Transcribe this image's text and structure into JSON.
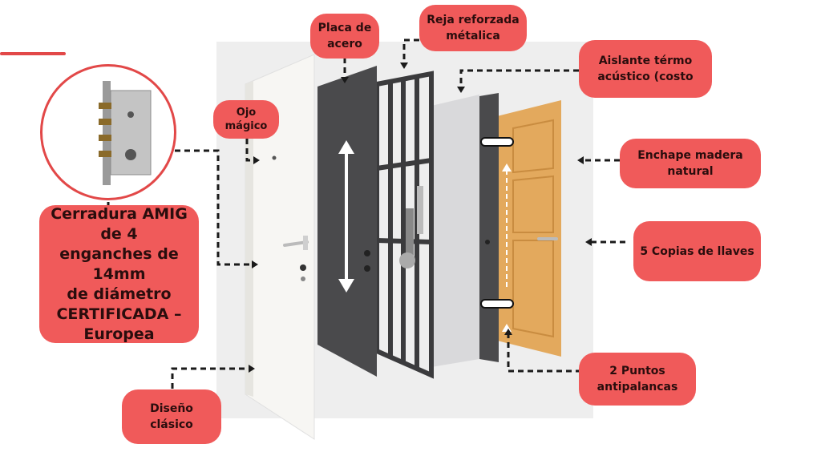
{
  "colors": {
    "label_fill": "#f05a5a",
    "arrow": "#1a1a1a",
    "accent": "#e24848",
    "backdrop": "#eeeeee",
    "door_white": "#f7f6f3",
    "steel_plate": "#4a4a4c",
    "grille": "#3b3b3d",
    "insulation": "#d9d9db",
    "wood": "#e3a95d"
  },
  "labels": {
    "placa": "Placa de\nacero",
    "reja": "Reja reforzada\nmétalica",
    "aislante": "Aislante térmo\nacústico (costo",
    "ojo": "Ojo\nmágico",
    "enchape": "Enchape madera\nnatural",
    "copias": "5 Copias de llaves",
    "puntos": "2 Puntos\nantipalancas",
    "diseno": "Diseño clásico",
    "cerradura": "Cerradura AMIG de 4\nenganches de 14mm\nde diámetro\nCERTIFICADA –\nEuropea"
  },
  "icons": [
    "lock-mechanism-icon",
    "double-arrow-icon",
    "handle-icon"
  ]
}
